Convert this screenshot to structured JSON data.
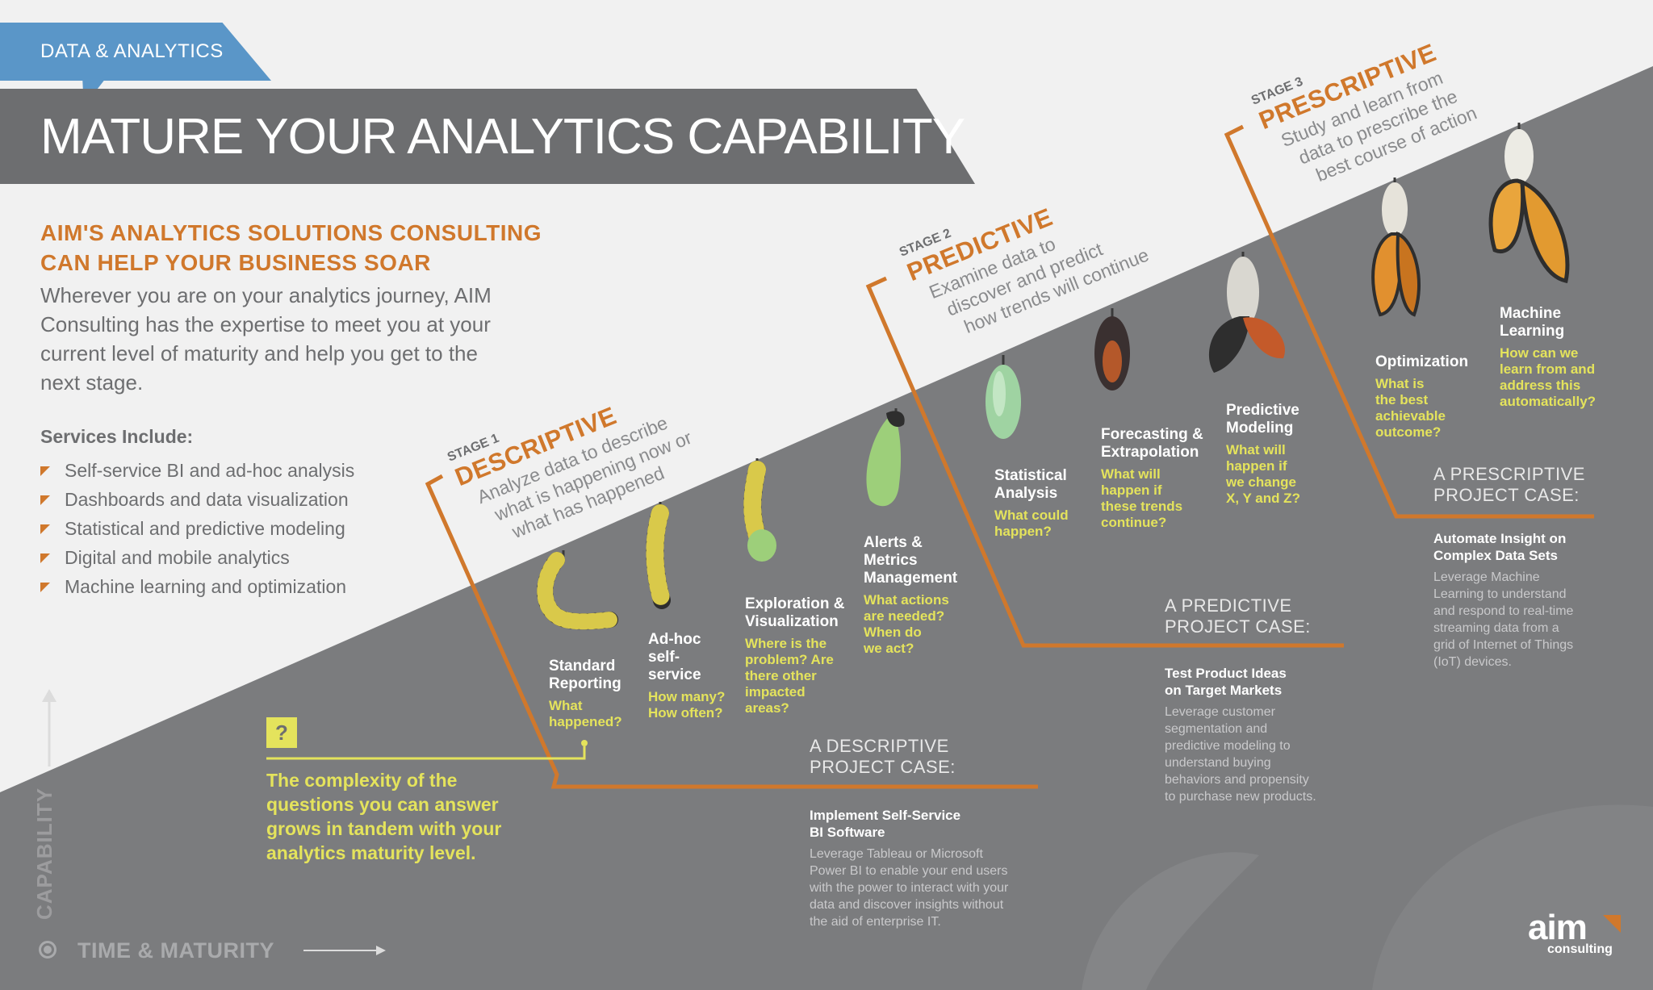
{
  "header": {
    "tag": "DATA & ANALYTICS",
    "title": "MATURE YOUR ANALYTICS CAPABILITY"
  },
  "intro": {
    "headline_line1": "AIM'S ANALYTICS SOLUTIONS CONSULTING",
    "headline_line2": "CAN HELP YOUR BUSINESS SOAR",
    "body": "Wherever you are on your analytics journey, AIM Consulting has the expertise to meet you at your current level of maturity and help you get to the next stage."
  },
  "services": {
    "title": "Services Include:",
    "items": [
      "Self-service BI and ad-hoc analysis",
      "Dashboards and data visualization",
      "Statistical and predictive modeling",
      "Digital and mobile analytics",
      "Machine learning and optimization"
    ]
  },
  "stages": [
    {
      "num": "STAGE 1",
      "name": "DESCRIPTIVE",
      "desc": [
        "Analyze data to describe",
        "what is happening now or",
        "what has happened"
      ]
    },
    {
      "num": "STAGE 2",
      "name": "PREDICTIVE",
      "desc": [
        "Examine data to",
        "discover and predict",
        "how trends will continue"
      ]
    },
    {
      "num": "STAGE 3",
      "name": "PRESCRIPTIVE",
      "desc": [
        "Study and learn from",
        "data to prescribe the",
        "best course of action"
      ]
    }
  ],
  "milestones": [
    {
      "name": [
        "Standard",
        "Reporting"
      ],
      "question": [
        "What",
        "happened?"
      ]
    },
    {
      "name": [
        "Ad-hoc",
        "self-",
        "service"
      ],
      "question": [
        "How many?",
        "How often?"
      ]
    },
    {
      "name": [
        "Exploration &",
        "Visualization"
      ],
      "question": [
        "Where is the",
        "problem? Are",
        "there other",
        "impacted",
        "areas?"
      ]
    },
    {
      "name": [
        "Alerts &",
        "Metrics",
        "Management"
      ],
      "question": [
        "What actions",
        "are needed?",
        "When do",
        "we act?"
      ]
    },
    {
      "name": [
        "Statistical",
        "Analysis"
      ],
      "question": [
        "What could",
        "happen?"
      ]
    },
    {
      "name": [
        "Forecasting &",
        "Extrapolation"
      ],
      "question": [
        "What will",
        "happen if",
        "these trends",
        "continue?"
      ]
    },
    {
      "name": [
        "Predictive",
        "Modeling"
      ],
      "question": [
        "What will",
        "happen if",
        "we change",
        "X, Y and Z?"
      ]
    },
    {
      "name": [
        "Optimization"
      ],
      "question": [
        "What is",
        "the best",
        "achievable",
        "outcome?"
      ]
    },
    {
      "name": [
        "Machine",
        "Learning"
      ],
      "question": [
        "How can we",
        "learn from and",
        "address this",
        "automatically?"
      ]
    }
  ],
  "cases": [
    {
      "title": [
        "A DESCRIPTIVE",
        "PROJECT CASE:"
      ],
      "subtitle": [
        "Implement Self-Service",
        "BI Software"
      ],
      "body": [
        "Leverage Tableau or Microsoft",
        "Power BI to enable your end users",
        "with the power to interact with your",
        "data and discover insights without",
        "the aid of enterprise IT."
      ]
    },
    {
      "title": [
        "A PREDICTIVE",
        "PROJECT CASE:"
      ],
      "subtitle": [
        "Test Product Ideas",
        "on Target Markets"
      ],
      "body": [
        "Leverage customer",
        "segmentation and",
        "predictive modeling to",
        "understand buying",
        "behaviors  and propensity",
        "to purchase new products."
      ]
    },
    {
      "title": [
        "A PRESCRIPTIVE",
        "PROJECT CASE:"
      ],
      "subtitle": [
        "Automate Insight on",
        "Complex Data Sets"
      ],
      "body": [
        "Leverage Machine",
        "Learning to understand",
        "and respond to real-time",
        "streaming data from a",
        "grid of Internet of Things",
        "(IoT) devices."
      ]
    }
  ],
  "complexity": {
    "icon_char": "?",
    "lines": [
      "The complexity of the",
      "questions you can answer",
      "grows in tandem with your",
      "analytics maturity level."
    ]
  },
  "axes": {
    "y_label": "CAPABILITY",
    "x_label": "TIME & MATURITY"
  },
  "logo": {
    "main": "aim",
    "sub": "consulting"
  },
  "colors": {
    "accent_orange": "#d0782c",
    "accent_yellow": "#e4e35c",
    "banner_gray": "#6d6e70",
    "panel_gray": "#7b7c7e",
    "tag_blue": "#5a96c8"
  }
}
